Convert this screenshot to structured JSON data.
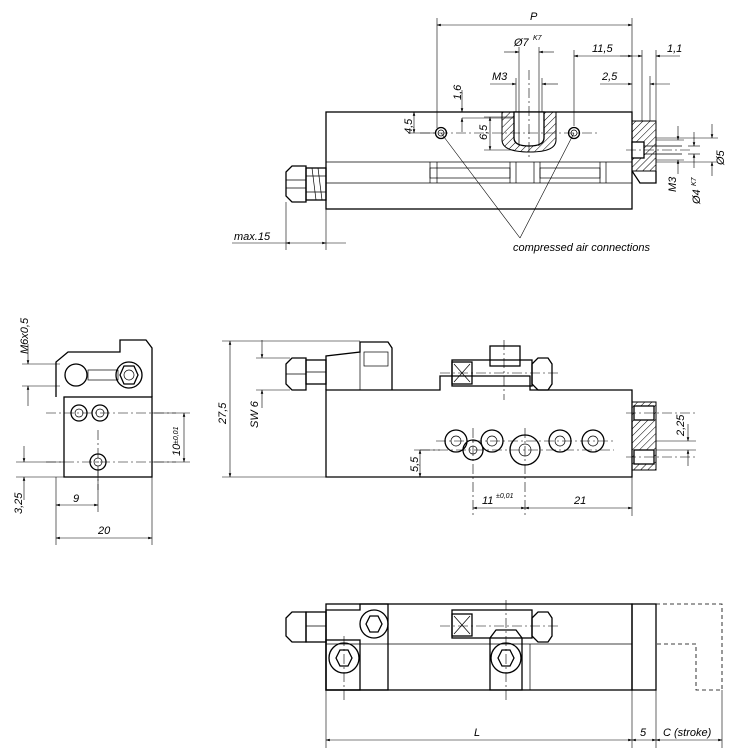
{
  "top_view": {
    "dim_p": "P",
    "dim_bore": "Ø7",
    "dim_bore_tol": "K7",
    "dim_11_5": "11,5",
    "dim_1_1": "1,1",
    "dim_m3_top": "M3",
    "dim_2_5": "2,5",
    "dim_1_6": "1,6",
    "dim_4_5": "4,5",
    "dim_6_5": "6,5",
    "dim_m3_right": "M3",
    "dim_pin": "Ø4",
    "dim_pin_tol": "K7",
    "dim_d5": "Ø5",
    "dim_max15": "max.15",
    "note_air": "compressed air connections"
  },
  "end_view": {
    "dim_m6": "M6x0,5",
    "dim_10": "10",
    "dim_10_tol": "±0,01",
    "dim_3_25": "3,25",
    "dim_9": "9",
    "dim_20": "20"
  },
  "front_view": {
    "dim_27_5": "27,5",
    "dim_sw6": "SW 6",
    "dim_5_5": "5,5",
    "dim_11": "11",
    "dim_11_tol": "±0,01",
    "dim_21": "21",
    "dim_2_25": "2,25"
  },
  "bottom_view": {
    "dim_l": "L",
    "dim_5": "5",
    "dim_stroke": "C (stroke)"
  }
}
